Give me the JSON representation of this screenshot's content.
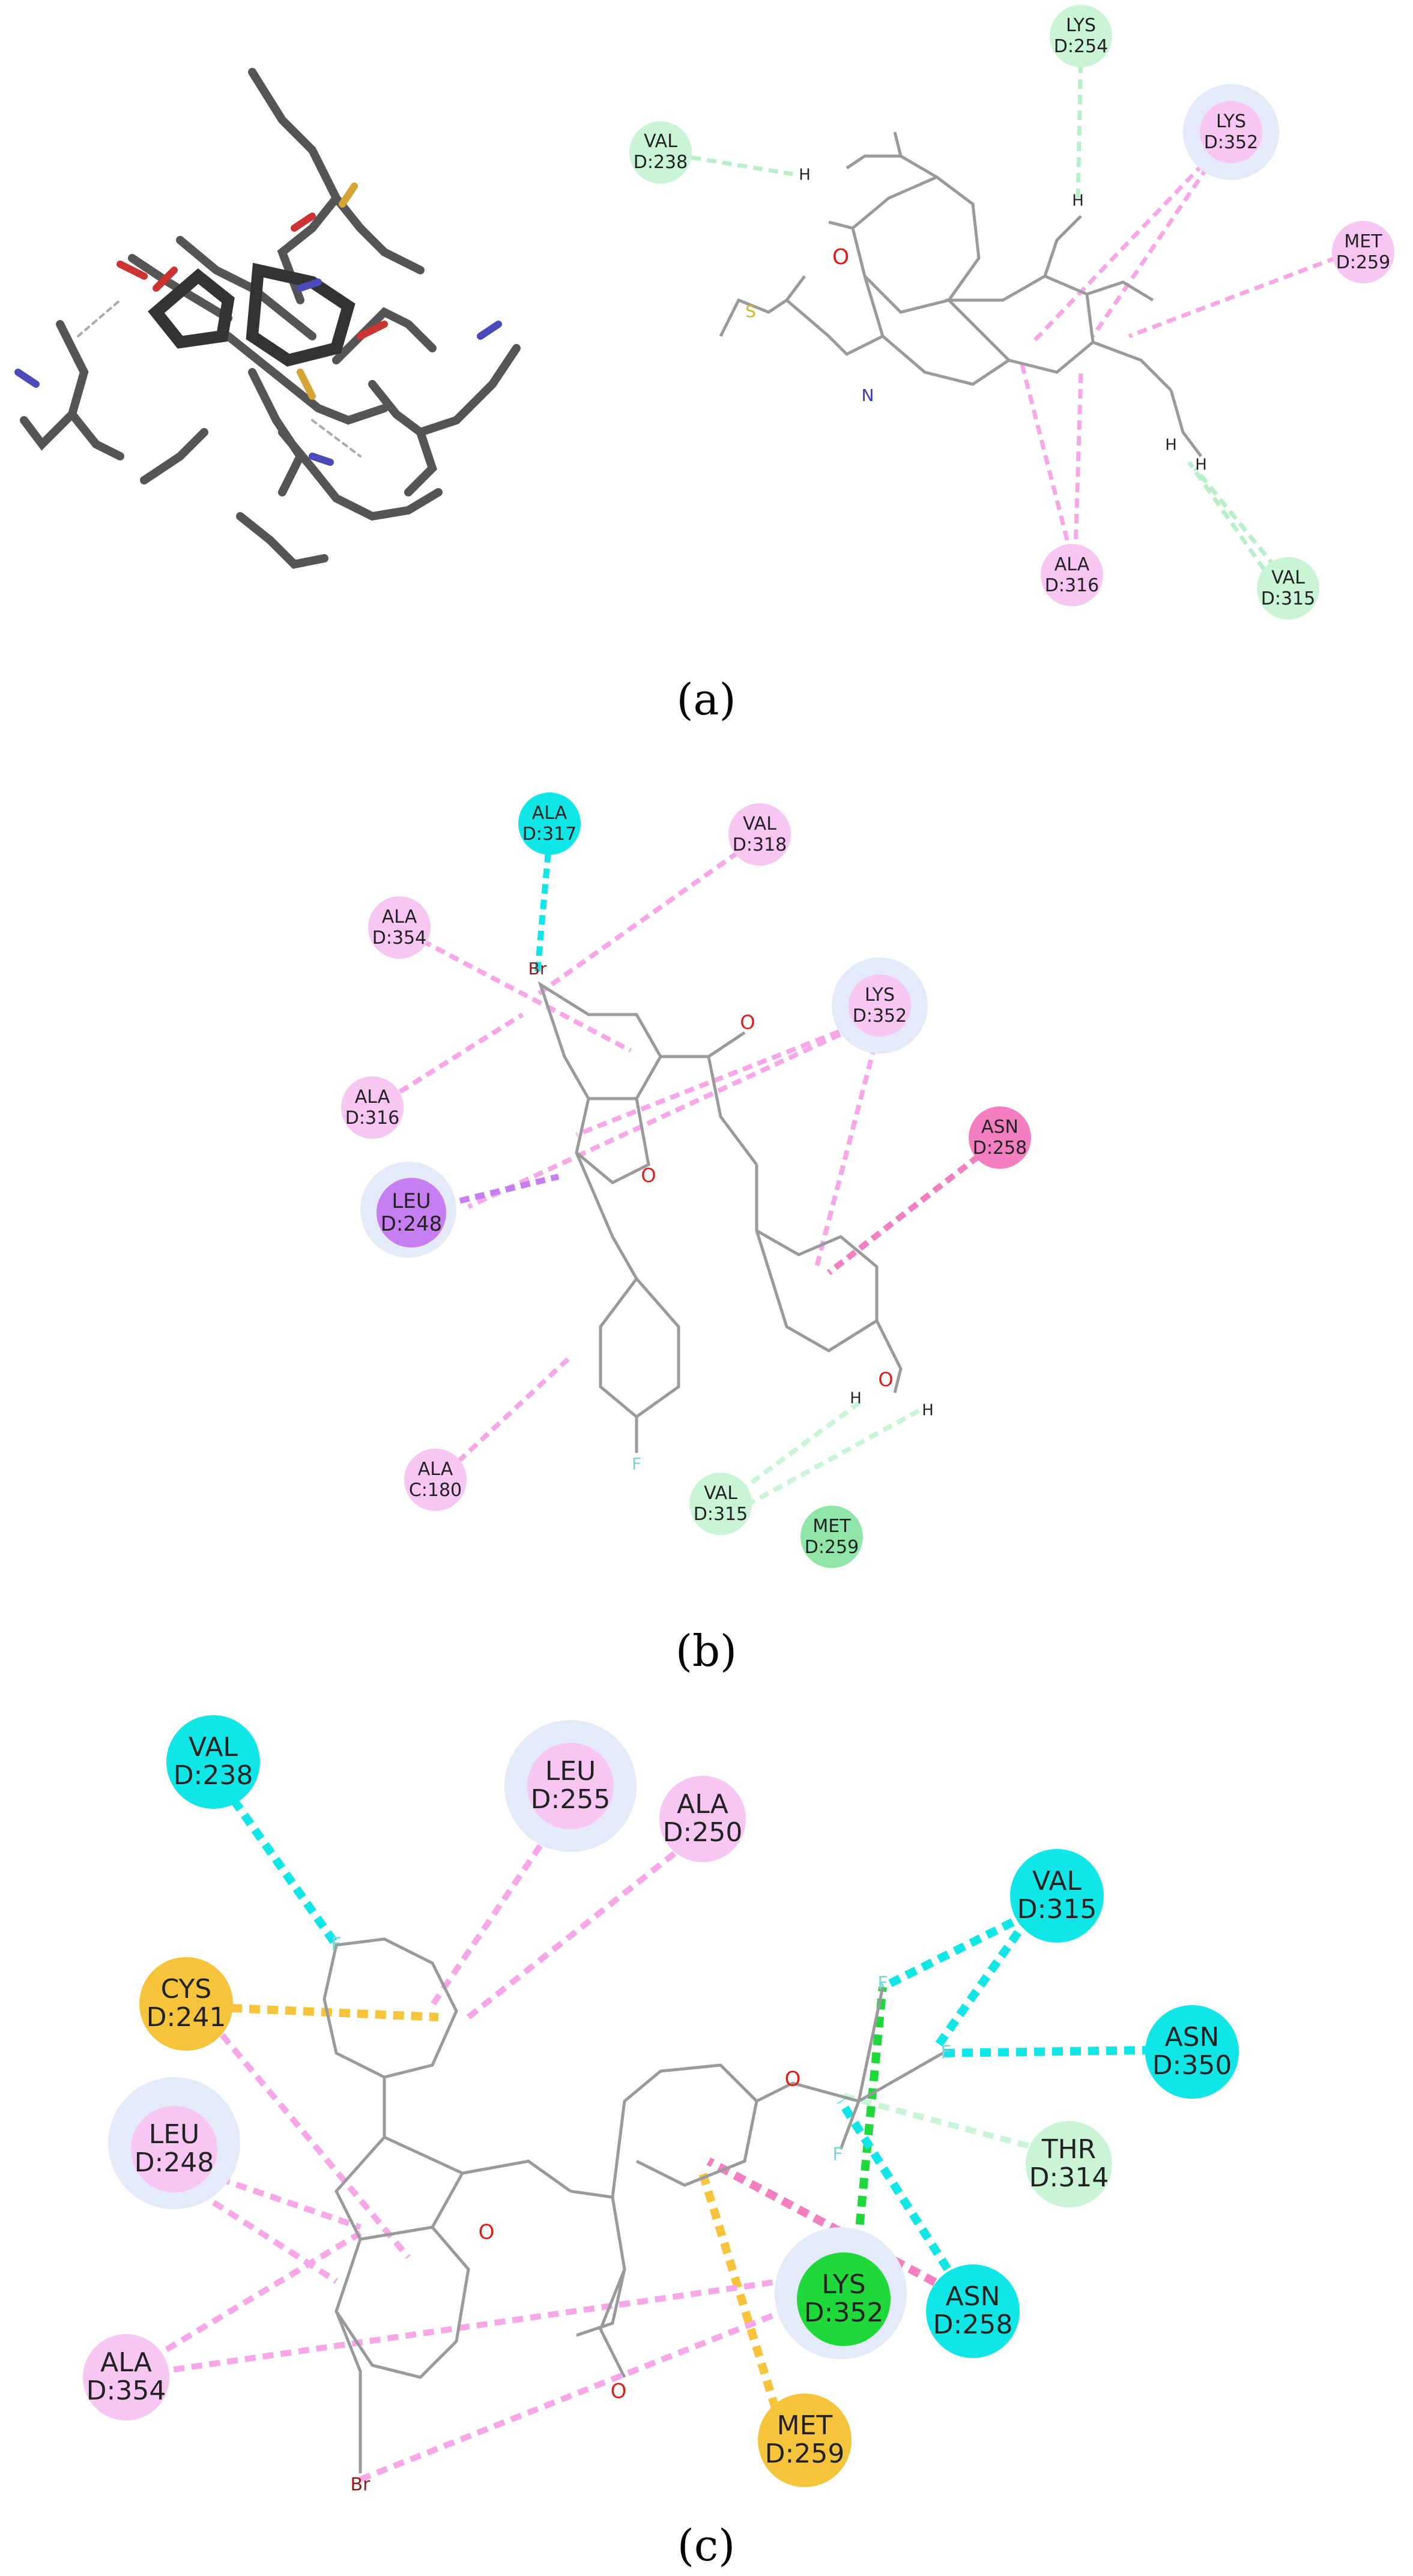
{
  "panels": [
    {
      "id": "a",
      "caption": "(a)",
      "residues": [
        {
          "name": "VAL",
          "chain": "D:238",
          "kind": "vdw"
        },
        {
          "name": "LYS",
          "chain": "D:254",
          "kind": "vdw"
        },
        {
          "name": "LYS",
          "chain": "D:352",
          "kind": "alkyl"
        },
        {
          "name": "MET",
          "chain": "D:259",
          "kind": "alkyl"
        },
        {
          "name": "ALA",
          "chain": "D:316",
          "kind": "alkyl"
        },
        {
          "name": "VAL",
          "chain": "D:315",
          "kind": "vdw"
        }
      ],
      "atoms": [
        "H",
        "H",
        "H",
        "H",
        "O",
        "S",
        "N"
      ]
    },
    {
      "id": "b",
      "caption": "(b)",
      "residues": [
        {
          "name": "ALA",
          "chain": "D:317",
          "kind": "halogen"
        },
        {
          "name": "VAL",
          "chain": "D:318",
          "kind": "alkyl"
        },
        {
          "name": "ALA",
          "chain": "D:354",
          "kind": "alkyl"
        },
        {
          "name": "LYS",
          "chain": "D:352",
          "kind": "alkyl"
        },
        {
          "name": "ASN",
          "chain": "D:258",
          "kind": "amide-pi"
        },
        {
          "name": "ALA",
          "chain": "D:316",
          "kind": "alkyl"
        },
        {
          "name": "LEU",
          "chain": "D:248",
          "kind": "pi-sigma"
        },
        {
          "name": "ALA",
          "chain": "C:180",
          "kind": "alkyl"
        },
        {
          "name": "VAL",
          "chain": "D:315",
          "kind": "vdw"
        },
        {
          "name": "MET",
          "chain": "D:259",
          "kind": "vdw-dark"
        }
      ],
      "atoms": [
        "Br",
        "O",
        "O",
        "O",
        "H",
        "H",
        "F"
      ]
    },
    {
      "id": "c",
      "caption": "(c)",
      "residues": [
        {
          "name": "VAL",
          "chain": "D:238",
          "kind": "halogen"
        },
        {
          "name": "LEU",
          "chain": "D:255",
          "kind": "alkyl"
        },
        {
          "name": "ALA",
          "chain": "D:250",
          "kind": "alkyl"
        },
        {
          "name": "VAL",
          "chain": "D:315",
          "kind": "halogen"
        },
        {
          "name": "CYS",
          "chain": "D:241",
          "kind": "pi-sulfur"
        },
        {
          "name": "ASN",
          "chain": "D:350",
          "kind": "halogen"
        },
        {
          "name": "LEU",
          "chain": "D:248",
          "kind": "alkyl"
        },
        {
          "name": "THR",
          "chain": "D:314",
          "kind": "vdw"
        },
        {
          "name": "LYS",
          "chain": "D:352",
          "kind": "hbond"
        },
        {
          "name": "ASN",
          "chain": "D:258",
          "kind": "halogen"
        },
        {
          "name": "ALA",
          "chain": "D:354",
          "kind": "alkyl"
        },
        {
          "name": "MET",
          "chain": "D:259",
          "kind": "pi-sulfur"
        }
      ],
      "atoms": [
        "F",
        "F",
        "F",
        "F",
        "O",
        "O",
        "O",
        "Br"
      ]
    }
  ],
  "colors": {
    "vdw": "#c9f5d6",
    "vdw-dark": "#8fe6a8",
    "alkyl": "#f7c6f3",
    "halogen": "#10e6e6",
    "amide-pi": "#f47fc0",
    "pi-sigma": "#c77ef0",
    "pi-sulfur": "#f5c43a",
    "hbond": "#1fd83a",
    "halo": "#e4eafa",
    "bond": "#9a9a9a",
    "oxygen": "#e01b1b",
    "bromine": "#8b1a1a",
    "sulfur": "#d6b42a",
    "nitrogen": "#3a3ab0",
    "fluorine": "#7ad6d6"
  }
}
